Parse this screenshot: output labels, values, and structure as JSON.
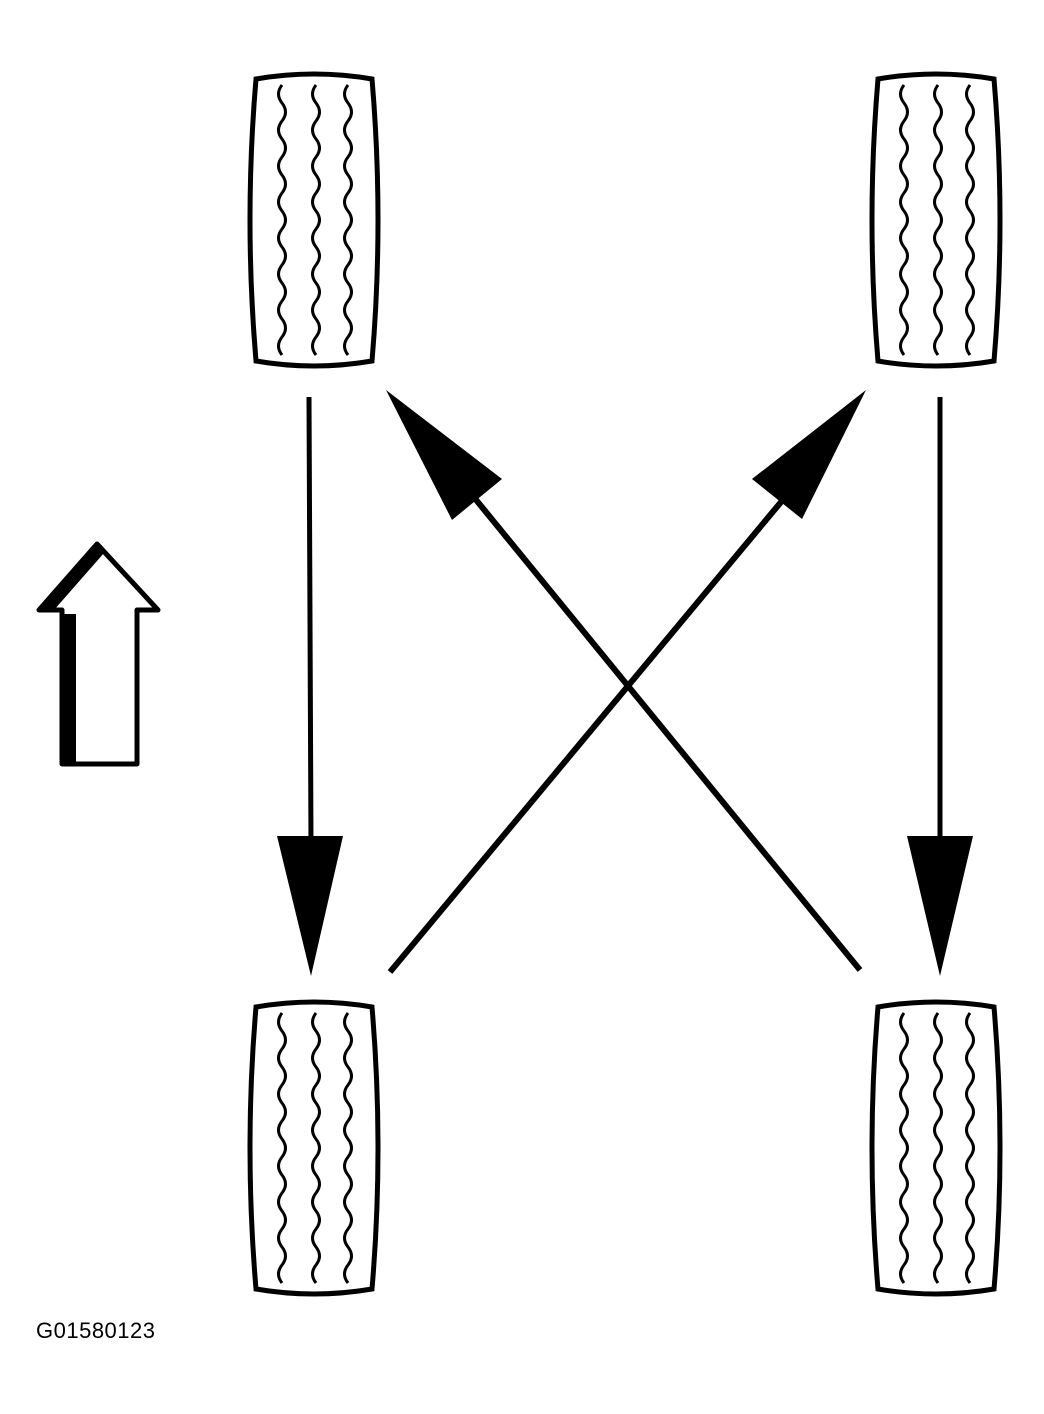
{
  "figure_code": "G01580123",
  "colors": {
    "ink": "#000000",
    "paper": "#ffffff"
  },
  "icons": {
    "tire": "tire-icon",
    "forward": "forward-arrow-icon"
  },
  "wheels": [
    {
      "id": "front-left",
      "position": "front-left"
    },
    {
      "id": "front-right",
      "position": "front-right"
    },
    {
      "id": "rear-left",
      "position": "rear-left"
    },
    {
      "id": "rear-right",
      "position": "rear-right"
    }
  ],
  "rotation_moves": [
    {
      "from": "front-left",
      "to": "rear-left"
    },
    {
      "from": "front-right",
      "to": "rear-right"
    },
    {
      "from": "rear-right",
      "to": "front-left"
    },
    {
      "from": "rear-left",
      "to": "front-right"
    }
  ],
  "vehicle_front_direction": "up"
}
